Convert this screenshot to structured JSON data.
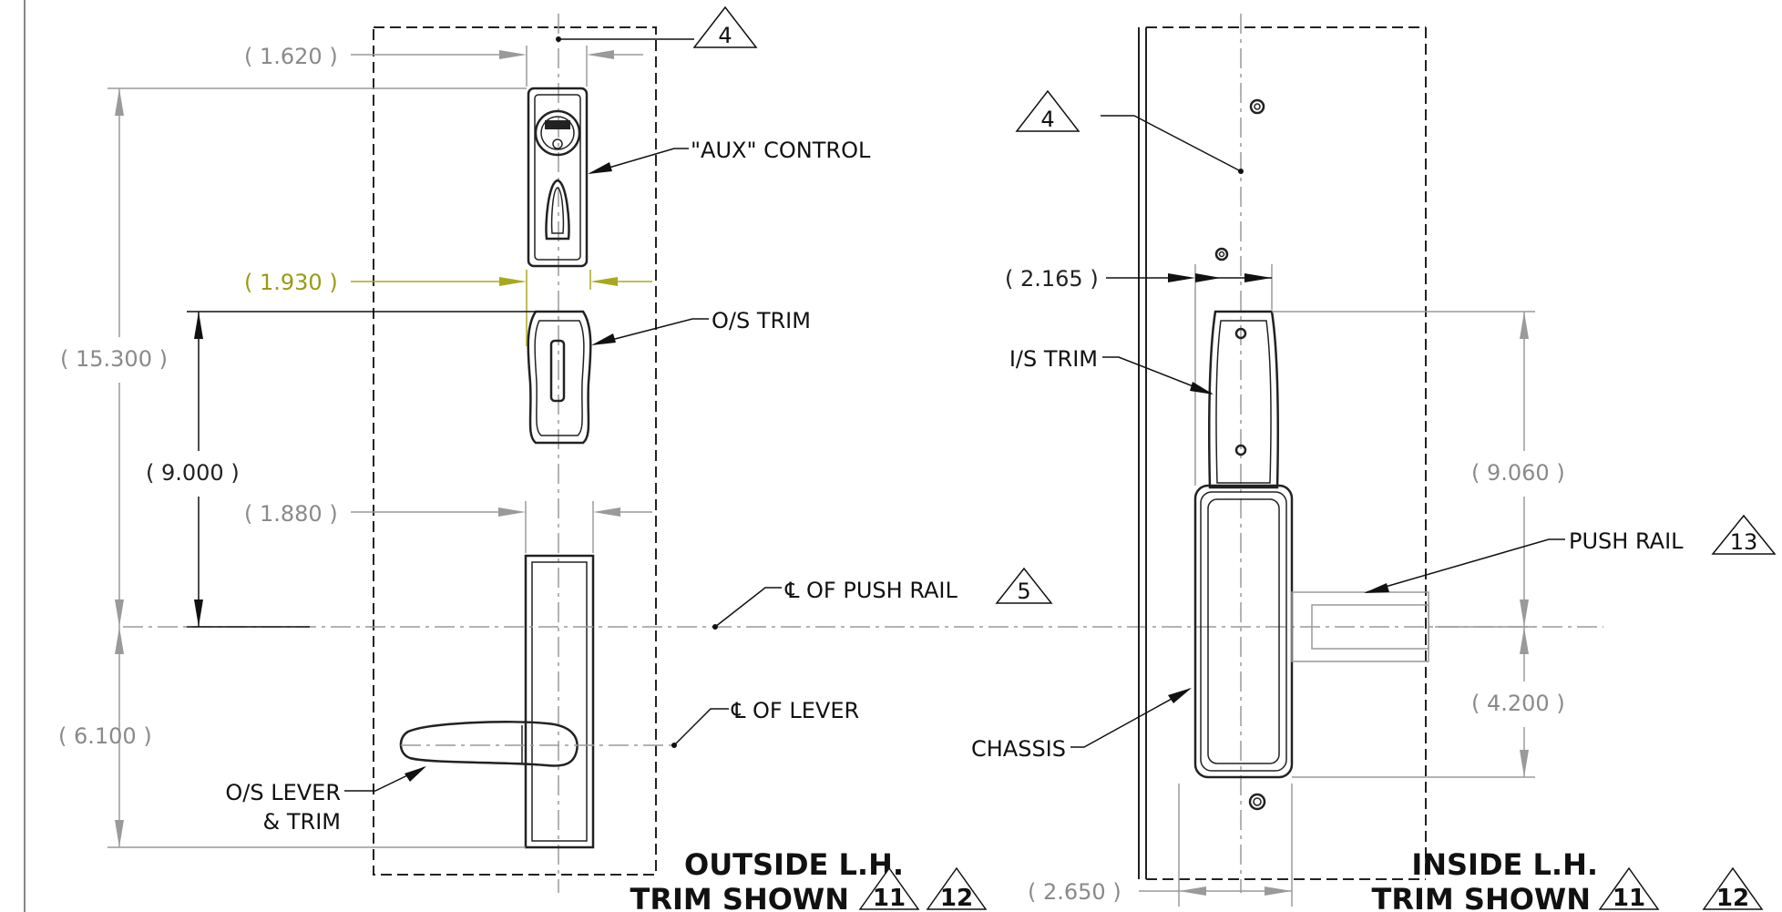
{
  "dimensions": {
    "d1620": "( 1.620 )",
    "d15300": "( 15.300 )",
    "d1930": "( 1.930 )",
    "d9000": "( 9.000 )",
    "d1880": "( 1.880 )",
    "d6100": "( 6.100 )",
    "d2165": "( 2.165 )",
    "d9060": "( 9.060 )",
    "d4200": "( 4.200 )",
    "d2650": "( 2.650 )"
  },
  "callouts": {
    "aux_control": "\"AUX\" CONTROL",
    "os_trim": "O/S TRIM",
    "cl_push_rail": "℄ OF PUSH RAIL",
    "cl_lever": "℄ OF LEVER",
    "os_lever_line1": "O/S LEVER",
    "os_lever_line2": "& TRIM",
    "is_trim": "I/S TRIM",
    "push_rail": "PUSH RAIL",
    "chassis": "CHASSIS"
  },
  "notes": {
    "n4a": "4",
    "n4b": "4",
    "n5": "5",
    "n13": "13",
    "n11a": "11",
    "n12a": "12",
    "n11b": "11",
    "n12b": "12"
  },
  "titles": {
    "outside_line1": "OUTSIDE L.H.",
    "outside_line2": "TRIM SHOWN",
    "inside_line1": "INSIDE L.H.",
    "inside_line2": "TRIM SHOWN"
  },
  "colors": {
    "ink": "#111111",
    "dimension_gray": "#9a9a9a",
    "highlight_yellow": "#a8a81e"
  }
}
